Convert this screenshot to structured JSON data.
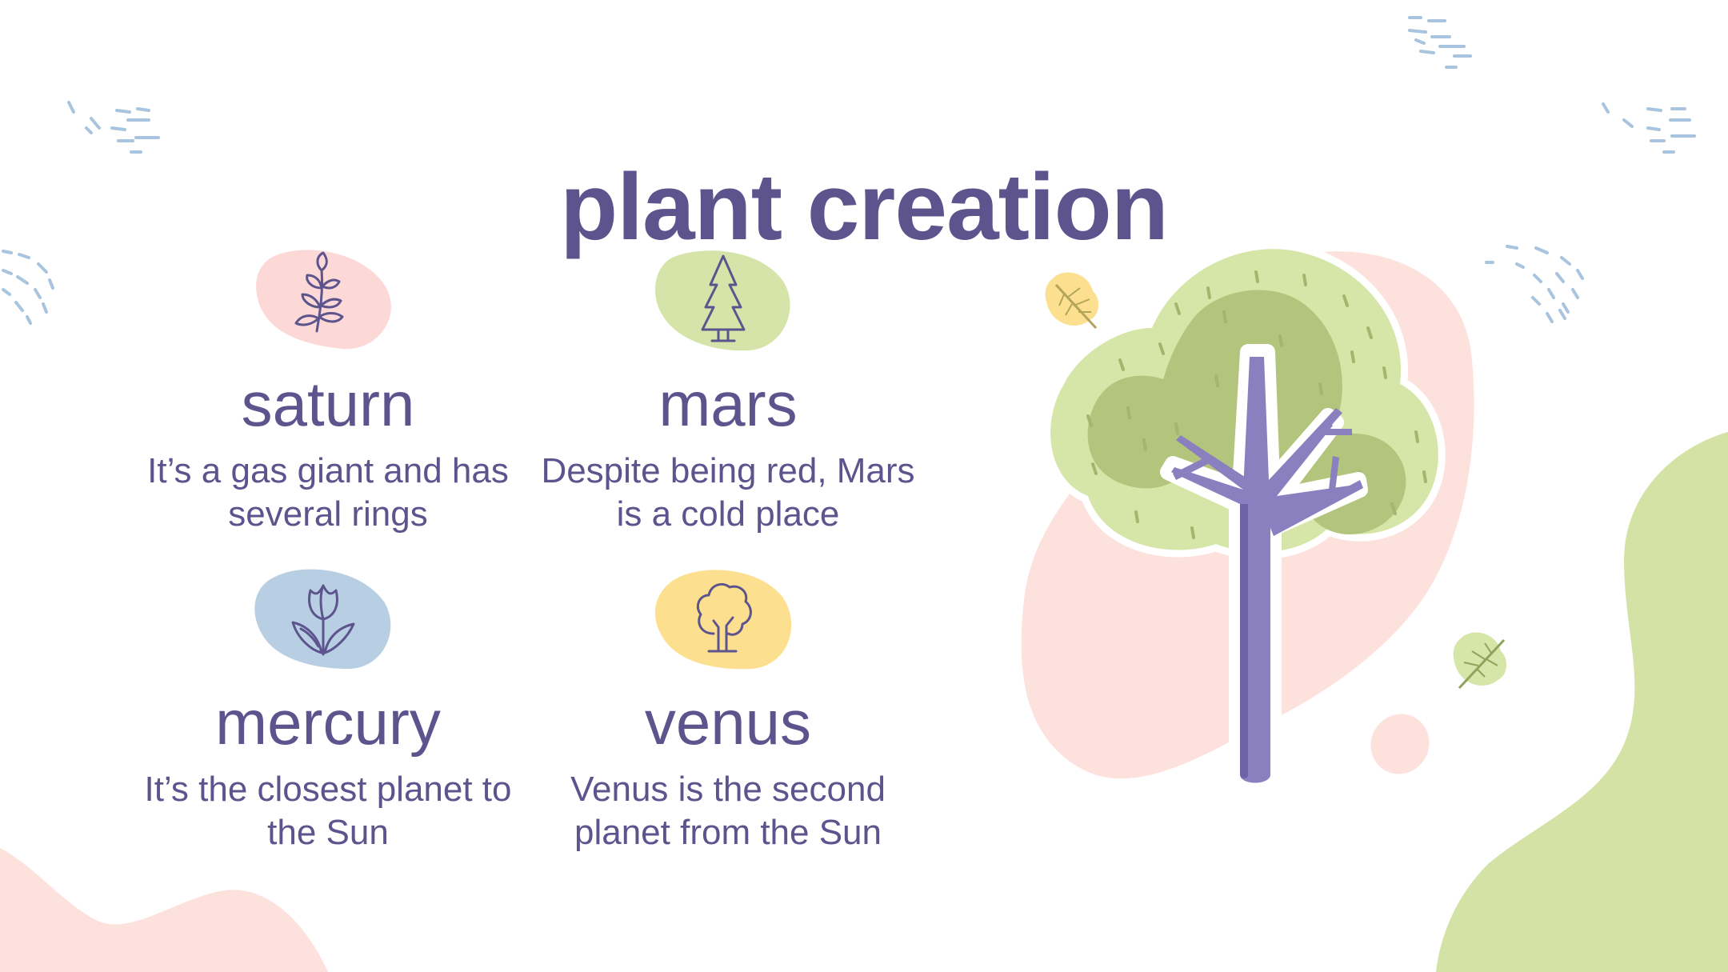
{
  "title": "plant creation",
  "items": [
    {
      "name": "saturn",
      "desc": "It’s a gas giant and has several rings",
      "icon": "leafy-branch-icon",
      "color": "#fcd9d7"
    },
    {
      "name": "mars",
      "desc": "Despite being red, Mars is a cold place",
      "icon": "pine-tree-icon",
      "color": "#d6e4a9"
    },
    {
      "name": "mercury",
      "desc": "It’s the closest planet to the Sun",
      "icon": "tulip-icon",
      "color": "#b8cfe3"
    },
    {
      "name": "venus",
      "desc": "Venus is the second planet from the Sun",
      "icon": "round-tree-icon",
      "color": "#fde08f"
    }
  ],
  "colors": {
    "text": "#5d548e",
    "pink": "#fde1dd",
    "green": "#d4e2a5",
    "trunk": "#8a80c0",
    "foliage_light": "#d6e5a8",
    "foliage_dark": "#b3c57c",
    "dash_blue": "#a9c4de"
  }
}
